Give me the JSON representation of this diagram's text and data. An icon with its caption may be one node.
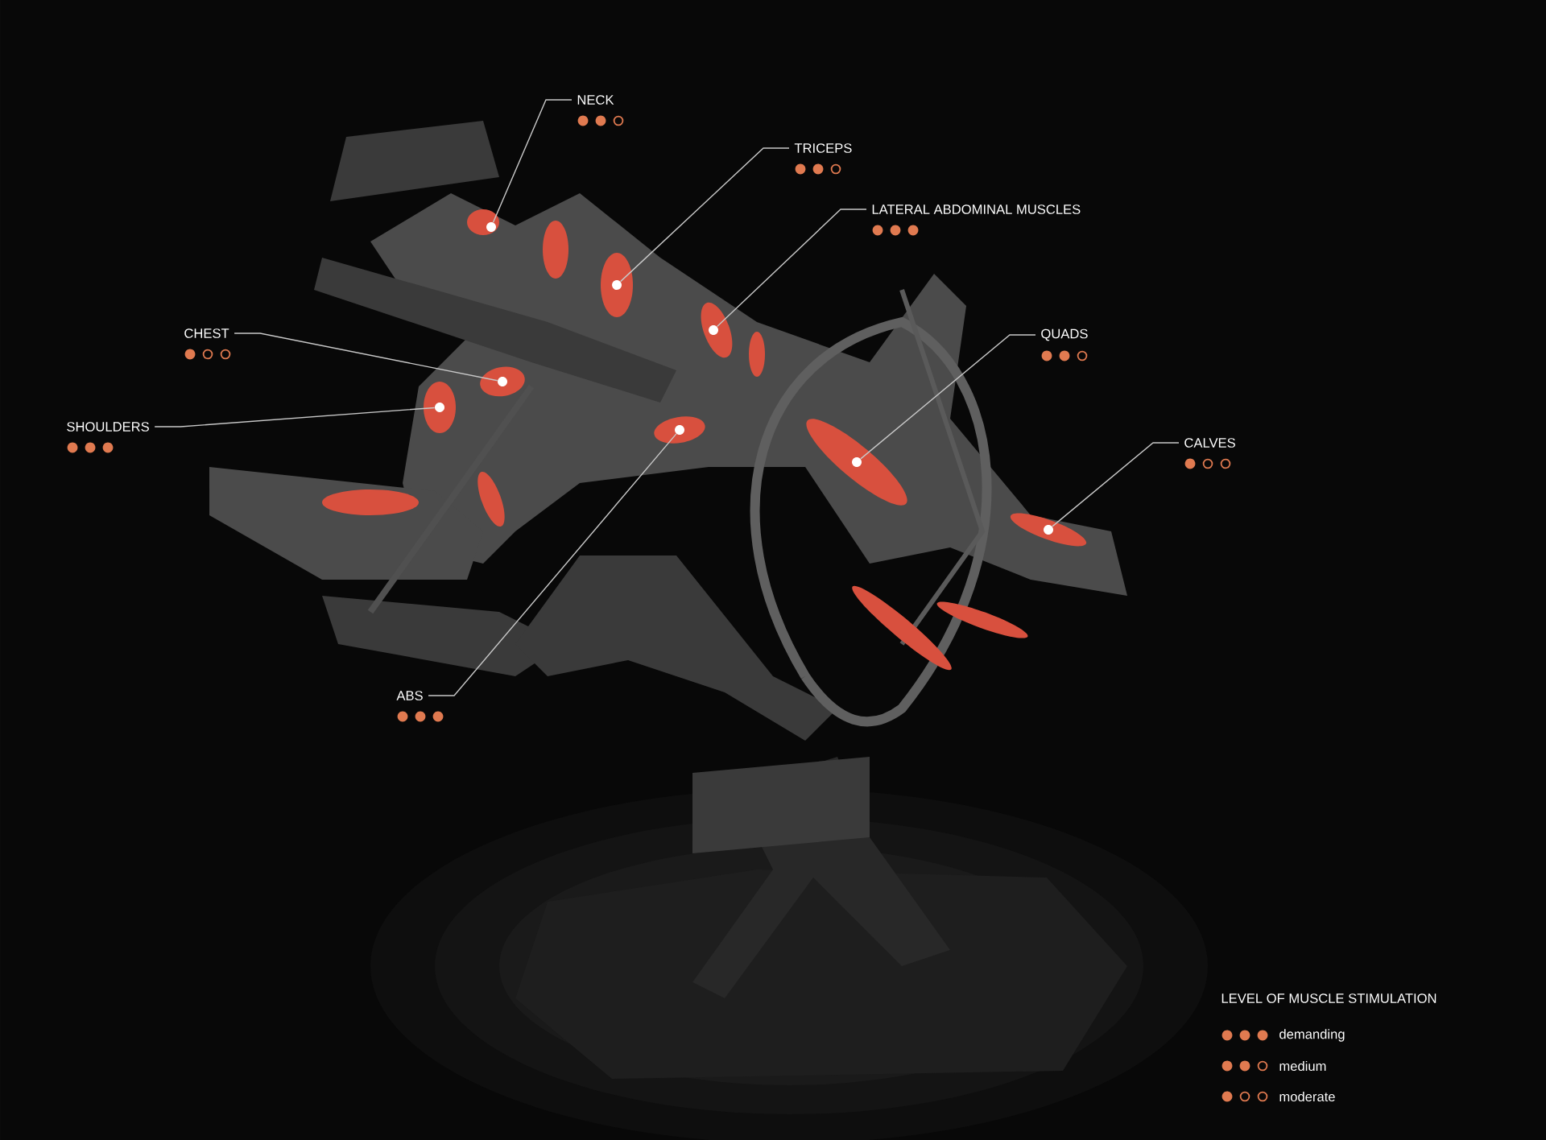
{
  "diagram": {
    "nodes": [
      {
        "text": [
          "NECK"
        ]
      },
      {
        "text": [
          "TRICEPS"
        ]
      },
      {
        "text": [
          "LATERAL ABDOMINAL MUSCLES"
        ]
      },
      {
        "text": [
          "CHEST"
        ]
      },
      {
        "text": [
          "QUADS"
        ]
      },
      {
        "text": [
          "SHOULDERS"
        ]
      },
      {
        "text": [
          "CALVES"
        ]
      },
      {
        "text": [
          "ABS"
        ]
      },
      {
        "text": [],
        "shape": "circle"
      },
      {
        "text": [],
        "shape": "circle"
      },
      {
        "text": [],
        "shape": "circle"
      },
      {
        "text": [],
        "shape": "circle"
      },
      {
        "text": [],
        "shape": "circle"
      },
      {
        "text": [],
        "shape": "circle"
      },
      {
        "text": [],
        "shape": "circle"
      },
      {
        "text": [],
        "shape": "circle"
      }
    ],
    "edges": [
      {
        "from": 0,
        "to": 8,
        "arrow": "none"
      },
      {
        "from": 1,
        "to": 9,
        "arrow": "none"
      },
      {
        "from": 2,
        "to": 10,
        "arrow": "none"
      },
      {
        "from": 3,
        "to": 11,
        "arrow": "none"
      },
      {
        "from": 4,
        "to": 12,
        "arrow": "none"
      },
      {
        "from": 5,
        "to": 13,
        "arrow": "none"
      },
      {
        "from": 6,
        "to": 14,
        "arrow": "none"
      },
      {
        "from": 7,
        "to": 15,
        "arrow": "none"
      }
    ],
    "labels": [
      "LEVEL OF MUSCLE STIMULATION"
    ],
    "legend": [
      {
        "text": "demanding"
      },
      {
        "text": "medium"
      },
      {
        "text": "moderate"
      }
    ]
  }
}
